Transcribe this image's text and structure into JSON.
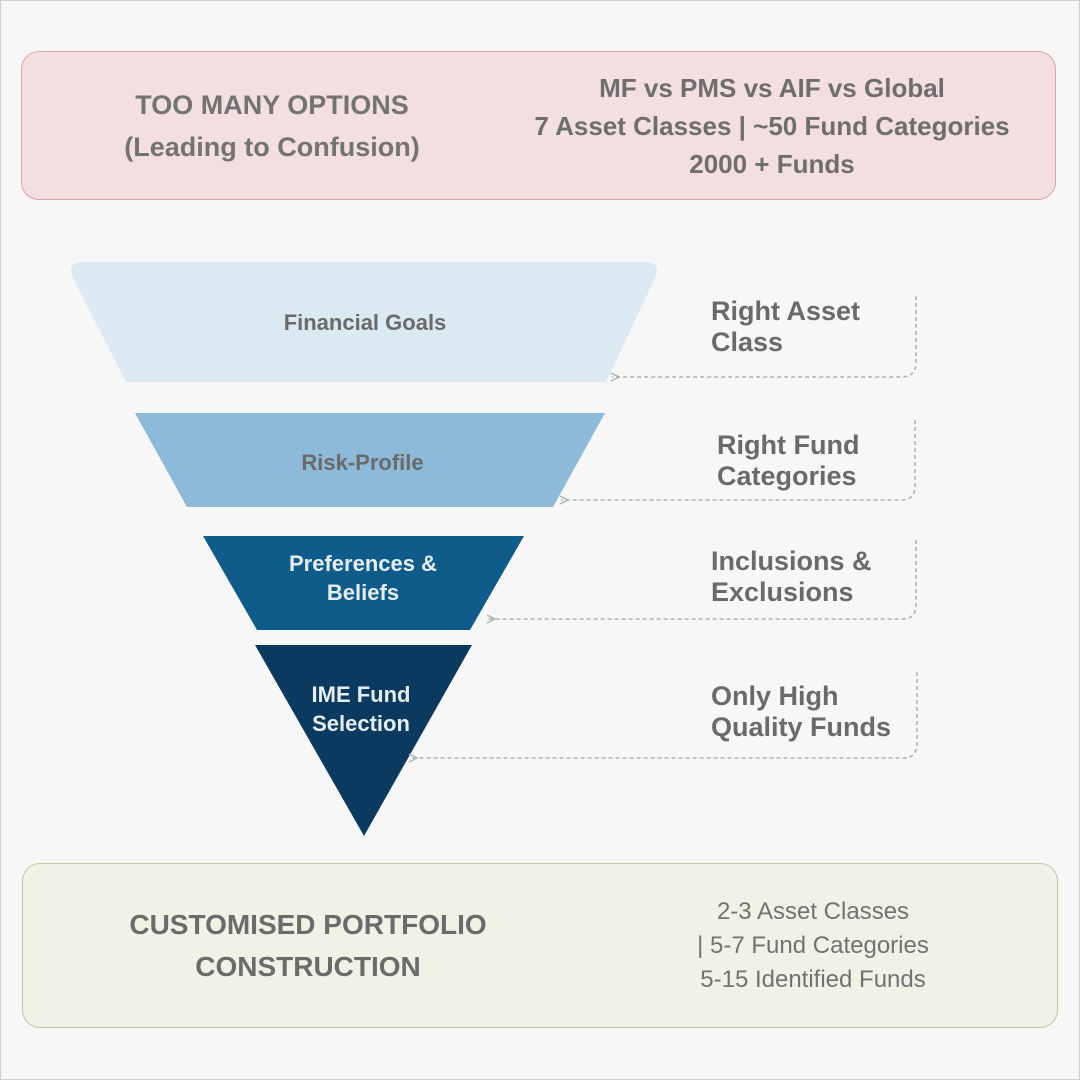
{
  "header_box": {
    "title_line1": "TOO MANY OPTIONS",
    "title_line2": "(Leading to Confusion)",
    "detail_line1": "MF vs PMS vs AIF vs Global",
    "detail_line2": "7 Asset Classes | ~50 Fund Categories",
    "detail_line3": "2000 + Funds"
  },
  "funnel": {
    "levels": [
      {
        "label_line1": "Financial Goals",
        "label_line2": "",
        "color": "#dbe9f2",
        "text_color": "#6a6a6a",
        "side_line1": "Right Asset",
        "side_line2": "Class"
      },
      {
        "label_line1": "Risk-Profile",
        "label_line2": "",
        "color": "#8cbad8",
        "text_color": "#6a6a6a",
        "side_line1": "Right Fund",
        "side_line2": "Categories"
      },
      {
        "label_line1": "Preferences &",
        "label_line2": "Beliefs",
        "color": "#0f5b8a",
        "text_color": "#e6eef4",
        "side_line1": "Inclusions &",
        "side_line2": "Exclusions"
      },
      {
        "label_line1": "IME Fund",
        "label_line2": "Selection",
        "color": "#0b3a61",
        "text_color": "#e6eef4",
        "side_line1": "Only High",
        "side_line2": "Quality Funds"
      }
    ],
    "connector_color": "#a9b6b0"
  },
  "result_box": {
    "title_line1": "CUSTOMISED PORTFOLIO",
    "title_line2": "CONSTRUCTION",
    "detail_line1": "2-3 Asset Classes",
    "detail_line2": "| 5-7 Fund Categories",
    "detail_line3": "5-15 Identified Funds"
  }
}
